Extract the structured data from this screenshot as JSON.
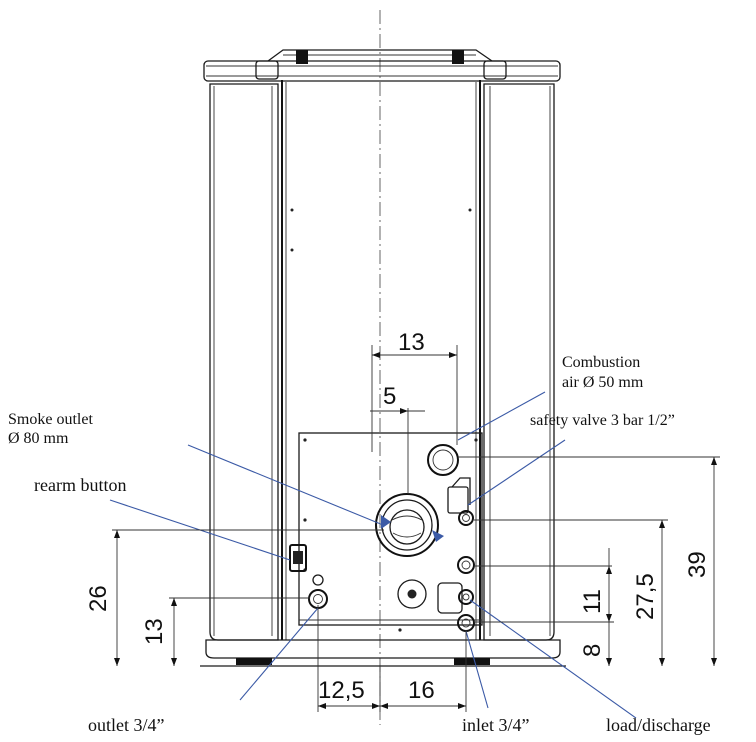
{
  "labels": {
    "combustion_air_line1": "Combustion",
    "combustion_air_line2": "air Ø 50 mm",
    "smoke_outlet_line1": "Smoke outlet",
    "smoke_outlet_line2": "Ø 80 mm",
    "safety_valve": "safety valve 3 bar 1/2”",
    "rearm_button": "rearm button",
    "outlet": "outlet 3/4”",
    "inlet": "inlet 3/4”",
    "load_discharge": "load/discharge"
  },
  "dimensions": {
    "top_13": "13",
    "top_5": "5",
    "left_26": "26",
    "left_13": "13",
    "right_39": "39",
    "right_27_5": "27,5",
    "right_11": "11",
    "right_8": "8",
    "bottom_12_5": "12,5",
    "bottom_16": "16"
  },
  "colors": {
    "line": "#1a1a1a",
    "leader": "#3b5aa6"
  }
}
